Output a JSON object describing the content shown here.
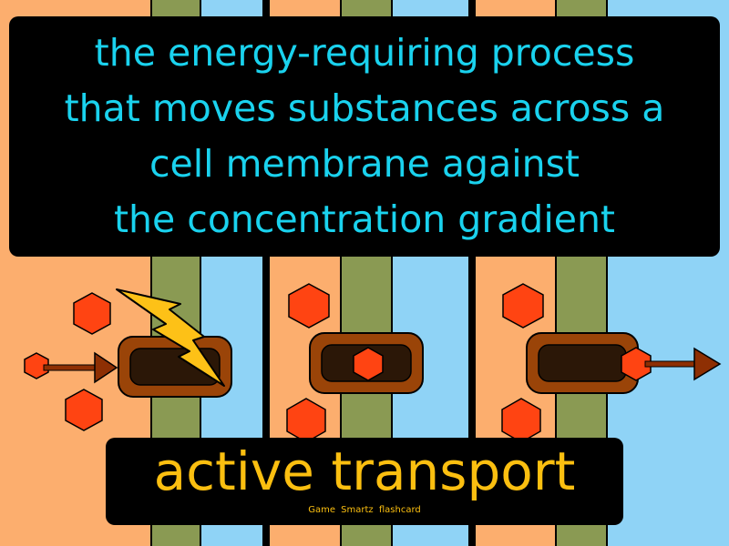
{
  "card": {
    "definition": "the energy-requiring process\nthat moves substances across a\ncell membrane against\nthe concentration gradient",
    "term": "active transport",
    "brand": "Game Smartz flashcard"
  },
  "colors": {
    "inside": "#fcae6e",
    "outside": "#8fd3f6",
    "membrane": "#8a9a53",
    "protein": "#9a4408",
    "protein_channel": "#2b1707",
    "molecule": "#ff4412",
    "arrow": "#8e2f03",
    "energy_bolt": "#fdc117",
    "definition_text": "#1ad2ee",
    "term_text": "#fbbf10"
  },
  "icons": [
    "energy-bolt-icon",
    "molecule-icon",
    "arrow-icon"
  ]
}
